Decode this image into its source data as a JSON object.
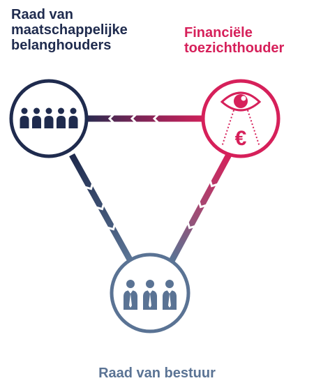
{
  "nodes": {
    "stakeholders": {
      "lines": [
        "Raad van",
        "maatschappelijke",
        "belanghouders"
      ],
      "icon": "group-icon",
      "color": "#1f2b4e"
    },
    "supervisor": {
      "lines": [
        "Financiële",
        "toezichthouder"
      ],
      "icon": "eye-icon",
      "symbol": "€",
      "color": "#d6205a"
    },
    "board": {
      "lines": [
        "Raad van bestuur"
      ],
      "icon": "business-people-icon",
      "color": "#5a7394"
    }
  },
  "edges": [
    {
      "from": "supervisor",
      "to": "stakeholders"
    },
    {
      "from": "stakeholders",
      "to": "board"
    },
    {
      "from": "supervisor",
      "to": "board"
    }
  ]
}
